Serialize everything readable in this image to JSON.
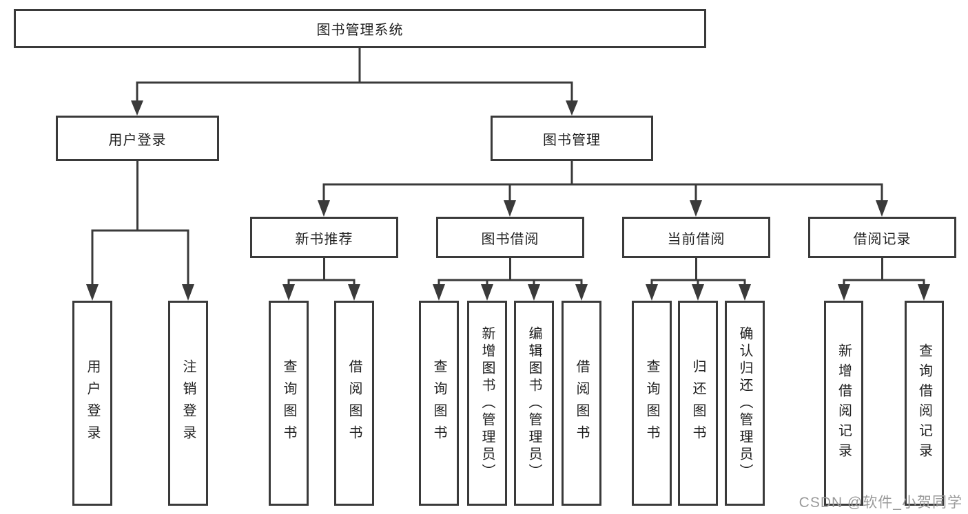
{
  "colors": {
    "background": "#ffffff",
    "line": "#3a3a3a",
    "box_border": "#3a3a3a",
    "text": "#1f1f1f",
    "watermark": "#9a9a9a"
  },
  "tree": {
    "root": {
      "label": "图书管理系统"
    },
    "level2": [
      {
        "label": "用户登录",
        "children": [
          {
            "label": "用户登录"
          },
          {
            "label": "注销登录"
          }
        ]
      },
      {
        "label": "图书管理"
      }
    ],
    "level3": [
      {
        "label": "新书推荐",
        "children": [
          {
            "label": "查询图书"
          },
          {
            "label": "借阅图书"
          }
        ]
      },
      {
        "label": "图书借阅",
        "children": [
          {
            "label": "查询图书"
          },
          {
            "label": "新增图书（管理员）"
          },
          {
            "label": "编辑图书（管理员）"
          },
          {
            "label": "借阅图书"
          }
        ]
      },
      {
        "label": "当前借阅",
        "children": [
          {
            "label": "查询图书"
          },
          {
            "label": "归还图书"
          },
          {
            "label": "确认归还（管理员）"
          }
        ]
      },
      {
        "label": "借阅记录",
        "children": [
          {
            "label": "新增借阅记录"
          },
          {
            "label": "查询借阅记录"
          }
        ]
      }
    ]
  },
  "watermark": {
    "text": "CSDN @软件_小贺同学"
  }
}
